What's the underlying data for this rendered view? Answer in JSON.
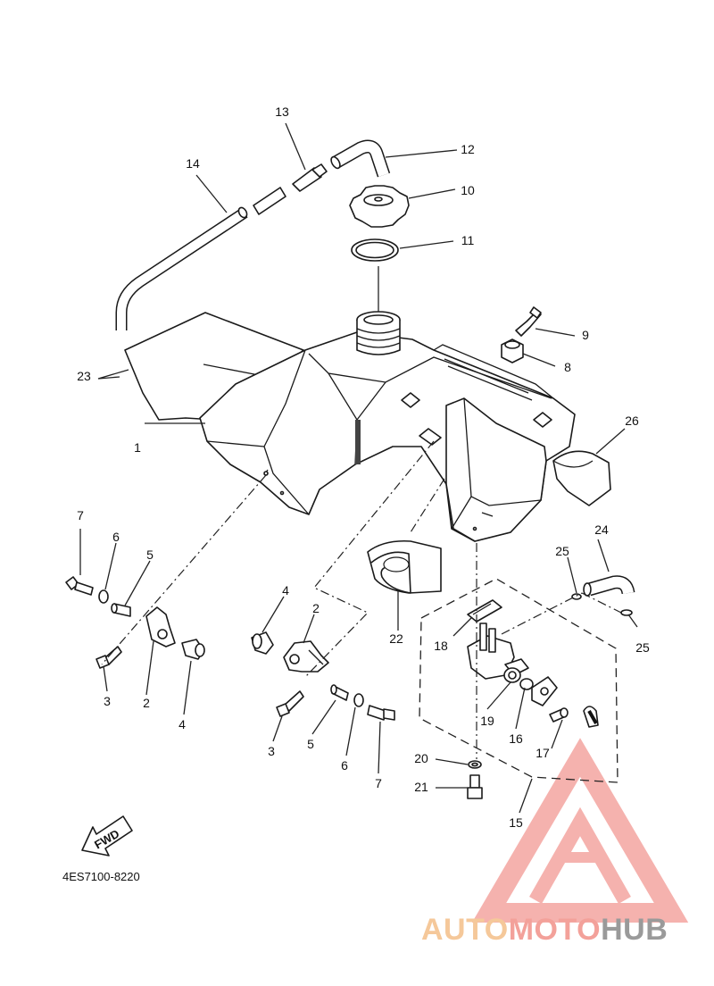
{
  "diagram_code": "4ES7100-8220",
  "direction_label": "FWD",
  "callouts": [
    "1",
    "2",
    "3",
    "4",
    "5",
    "6",
    "7",
    "8",
    "9",
    "10",
    "11",
    "12",
    "13",
    "14",
    "15",
    "16",
    "17",
    "18",
    "19",
    "20",
    "21",
    "22",
    "23",
    "24",
    "25",
    "26"
  ],
  "watermark": {
    "part1": "AUTO",
    "part2": "MOTO",
    "part3": "HUB",
    "colors": {
      "auto": "#f5c89a",
      "moto": "#f3a19a",
      "hub": "#9a9a9a",
      "logo": "#f4a5a0"
    }
  }
}
